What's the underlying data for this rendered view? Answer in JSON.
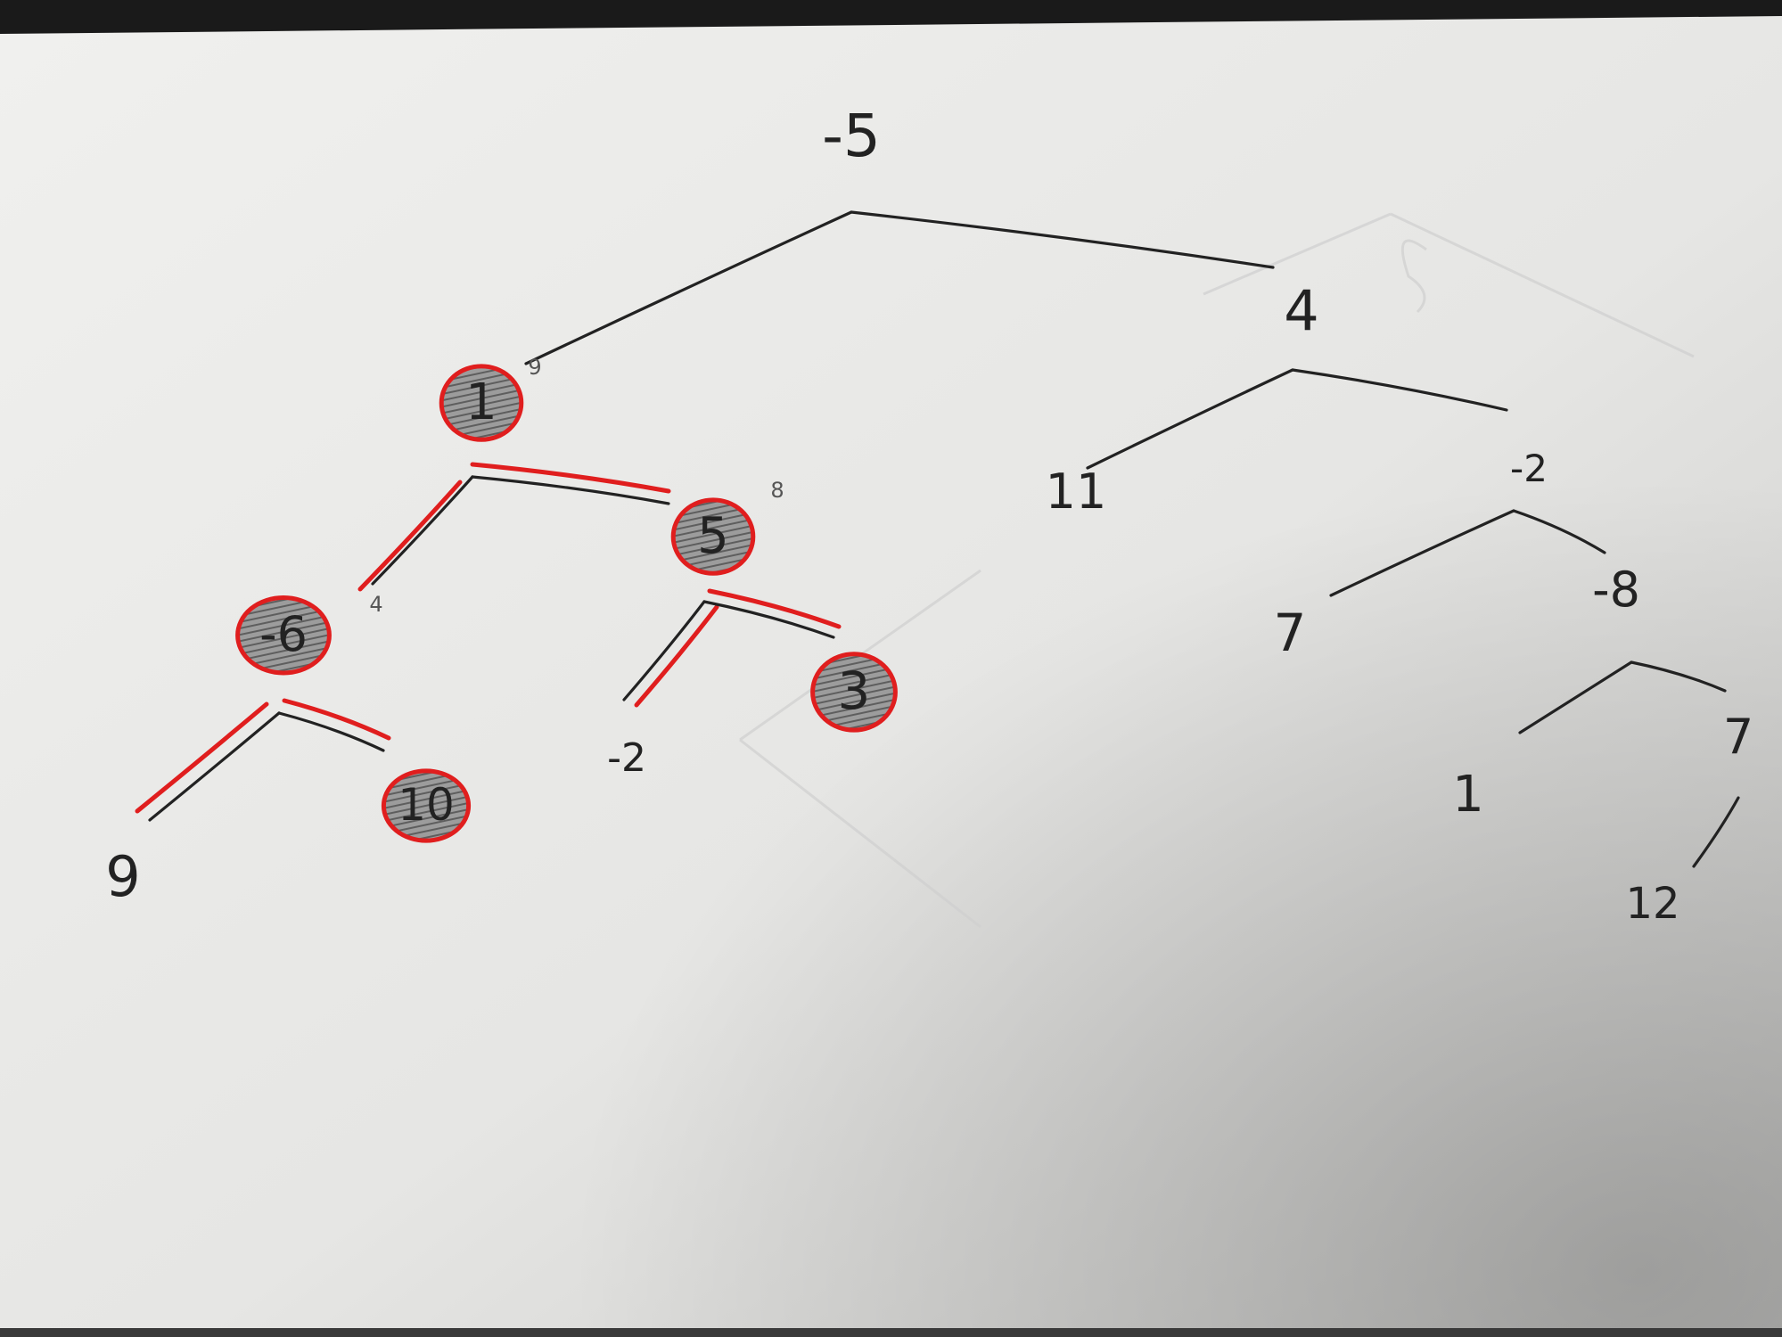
{
  "colors": {
    "paper": "#e9e9e7",
    "paper_shadow": "#c9c9c7",
    "ink": "#222222",
    "red_ink": "#e01e1e",
    "highlight_fill": "#8e8e8e",
    "faded_ink": "#bdbdbd",
    "desk": "#151515"
  },
  "tree": {
    "nodes": [
      {
        "id": "n-5-root",
        "value": "-5",
        "highlighted": false
      },
      {
        "id": "n1",
        "value": "1",
        "highlighted": true,
        "annotation": "9"
      },
      {
        "id": "n4",
        "value": "4",
        "highlighted": false
      },
      {
        "id": "n-6",
        "value": "-6",
        "highlighted": true,
        "annotation": "4"
      },
      {
        "id": "n5",
        "value": "5",
        "highlighted": true,
        "annotation": "8"
      },
      {
        "id": "n11",
        "value": "11",
        "highlighted": false
      },
      {
        "id": "n-2r",
        "value": "-2",
        "highlighted": false
      },
      {
        "id": "n9",
        "value": "9",
        "highlighted": false
      },
      {
        "id": "n10",
        "value": "10",
        "highlighted": true
      },
      {
        "id": "n-2l",
        "value": "-2",
        "highlighted": false
      },
      {
        "id": "n3",
        "value": "3",
        "highlighted": true
      },
      {
        "id": "n7a",
        "value": "7",
        "highlighted": false
      },
      {
        "id": "n-8",
        "value": "-8",
        "highlighted": false
      },
      {
        "id": "n1b",
        "value": "1",
        "highlighted": false
      },
      {
        "id": "n7b",
        "value": "7",
        "highlighted": false
      },
      {
        "id": "n12",
        "value": "12",
        "highlighted": false
      }
    ],
    "edges": [
      {
        "from": "n-5-root",
        "to": "n1",
        "path": false
      },
      {
        "from": "n-5-root",
        "to": "n4",
        "path": false
      },
      {
        "from": "n1",
        "to": "n-6",
        "path": true
      },
      {
        "from": "n1",
        "to": "n5",
        "path": true
      },
      {
        "from": "n4",
        "to": "n11",
        "path": false
      },
      {
        "from": "n4",
        "to": "n-2r",
        "path": false
      },
      {
        "from": "n-6",
        "to": "n9",
        "path": true
      },
      {
        "from": "n-6",
        "to": "n10",
        "path": true
      },
      {
        "from": "n5",
        "to": "n-2l",
        "path": true
      },
      {
        "from": "n5",
        "to": "n3",
        "path": true
      },
      {
        "from": "n-2r",
        "to": "n7a",
        "path": false
      },
      {
        "from": "n-2r",
        "to": "n-8",
        "path": false
      },
      {
        "from": "n-8",
        "to": "n1b",
        "path": false
      },
      {
        "from": "n-8",
        "to": "n7b",
        "path": false
      },
      {
        "from": "n7b",
        "to": "n12",
        "path": false
      }
    ]
  }
}
